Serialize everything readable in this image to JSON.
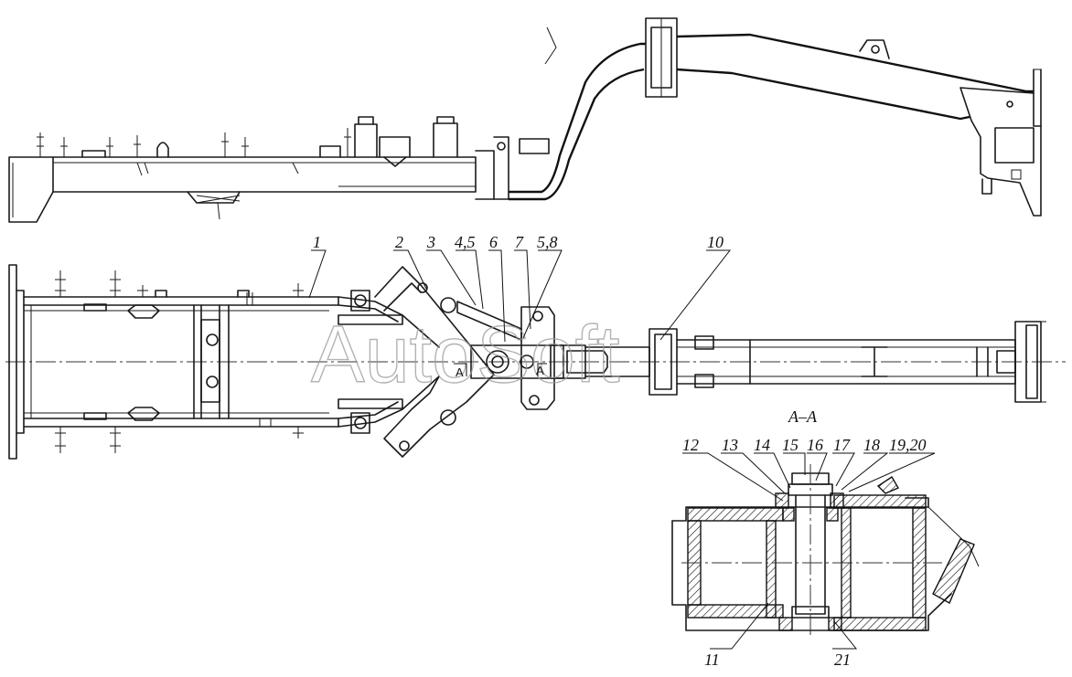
{
  "watermark": "AutoSoft",
  "section_title": "А–А",
  "section_marks": [
    "А",
    "А"
  ],
  "callouts": {
    "c1": "1",
    "c2": "2",
    "c3": "3",
    "c45": "4,5",
    "c6": "6",
    "c7": "7",
    "c58": "5,8",
    "c10": "10",
    "c11": "11",
    "c12": "12",
    "c13": "13",
    "c14": "14",
    "c15": "15",
    "c16": "16",
    "c17": "17",
    "c18": "18",
    "c1920": "19,20",
    "c21": "21"
  }
}
